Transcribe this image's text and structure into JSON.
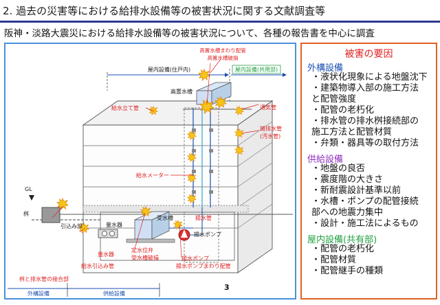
{
  "header": {
    "title": "2. 過去の災害等における給排水設備等の被害状況に関する文献調査等",
    "subtitle": "阪神・淡路大震災における給排水設備等の被害状況について、各種の報告書を中心に調査"
  },
  "diagram": {
    "labels": {
      "indoor_dwelling": "屋内設備(住戸内)",
      "indoor_common": "屋内設備(共用部)",
      "elevated_tank_piping": "高置水槽まわり配管",
      "elevated_tank_damage": "高置水槽破損",
      "elevated_tank": "高置水槽",
      "vent_pipe": "通気管",
      "water_riser": "給水立て管",
      "drain_pipe": "雑排水管",
      "sewage_pipe": "(汚水管)",
      "water_meter": "給水メーター",
      "gl": "GL",
      "basin": "桝",
      "service_pipe": "引込み部",
      "meter": "量水器",
      "receiving_tank": "受水槽",
      "overflow_pipe": "揚水管",
      "pump": "揚水ポンプ",
      "meter_label": "量水器",
      "level_valve": "定水位弁",
      "receiving_tank_damage": "受水槽破損",
      "service_pipe_damage": "給水引込み管",
      "pump_damage": "揚水ポンプ",
      "pump_piping_damage": "揚水ポンプまわり配管",
      "basin_joint": "桝と排水管の接合部",
      "page_number": "3"
    },
    "footer": {
      "outdoor": "外構設備",
      "supply": "供給設備"
    }
  },
  "causes": {
    "title": "被害の要因",
    "sections": [
      {
        "heading": "外構設備",
        "color": "#1a4fb0",
        "items": [
          "・液状化現象による地盤沈下",
          "・建築物導入部の施工方法",
          "  と配管強度",
          "・配管の老朽化",
          "・排水管の排水桝接続部の",
          "  施工方法と配管材質",
          "・弁類・器具等の取付方法"
        ]
      },
      {
        "heading": "供給設備",
        "color": "#9030c0",
        "items": [
          "・地盤の良否",
          "・震度階の大きさ",
          "・新耐震設計基準以前",
          "・水槽・ポンプの配管接続",
          "  部への地震力集中",
          "・設計・施工法によるもの"
        ]
      },
      {
        "heading": "屋内設備(共有部)",
        "color": "#20a040",
        "items": [
          "・配管の老朽化",
          "・配管材質",
          "・配管継手の種類"
        ]
      }
    ]
  },
  "colors": {
    "title_rule": "#2b3a8c",
    "diagram_border": "#4a90d9",
    "causes_border": "#e06020",
    "damage_label": "#e02020",
    "callout_line": "#e02020",
    "zone_line": "#1a4fb0",
    "explosion": "#f5c518"
  }
}
